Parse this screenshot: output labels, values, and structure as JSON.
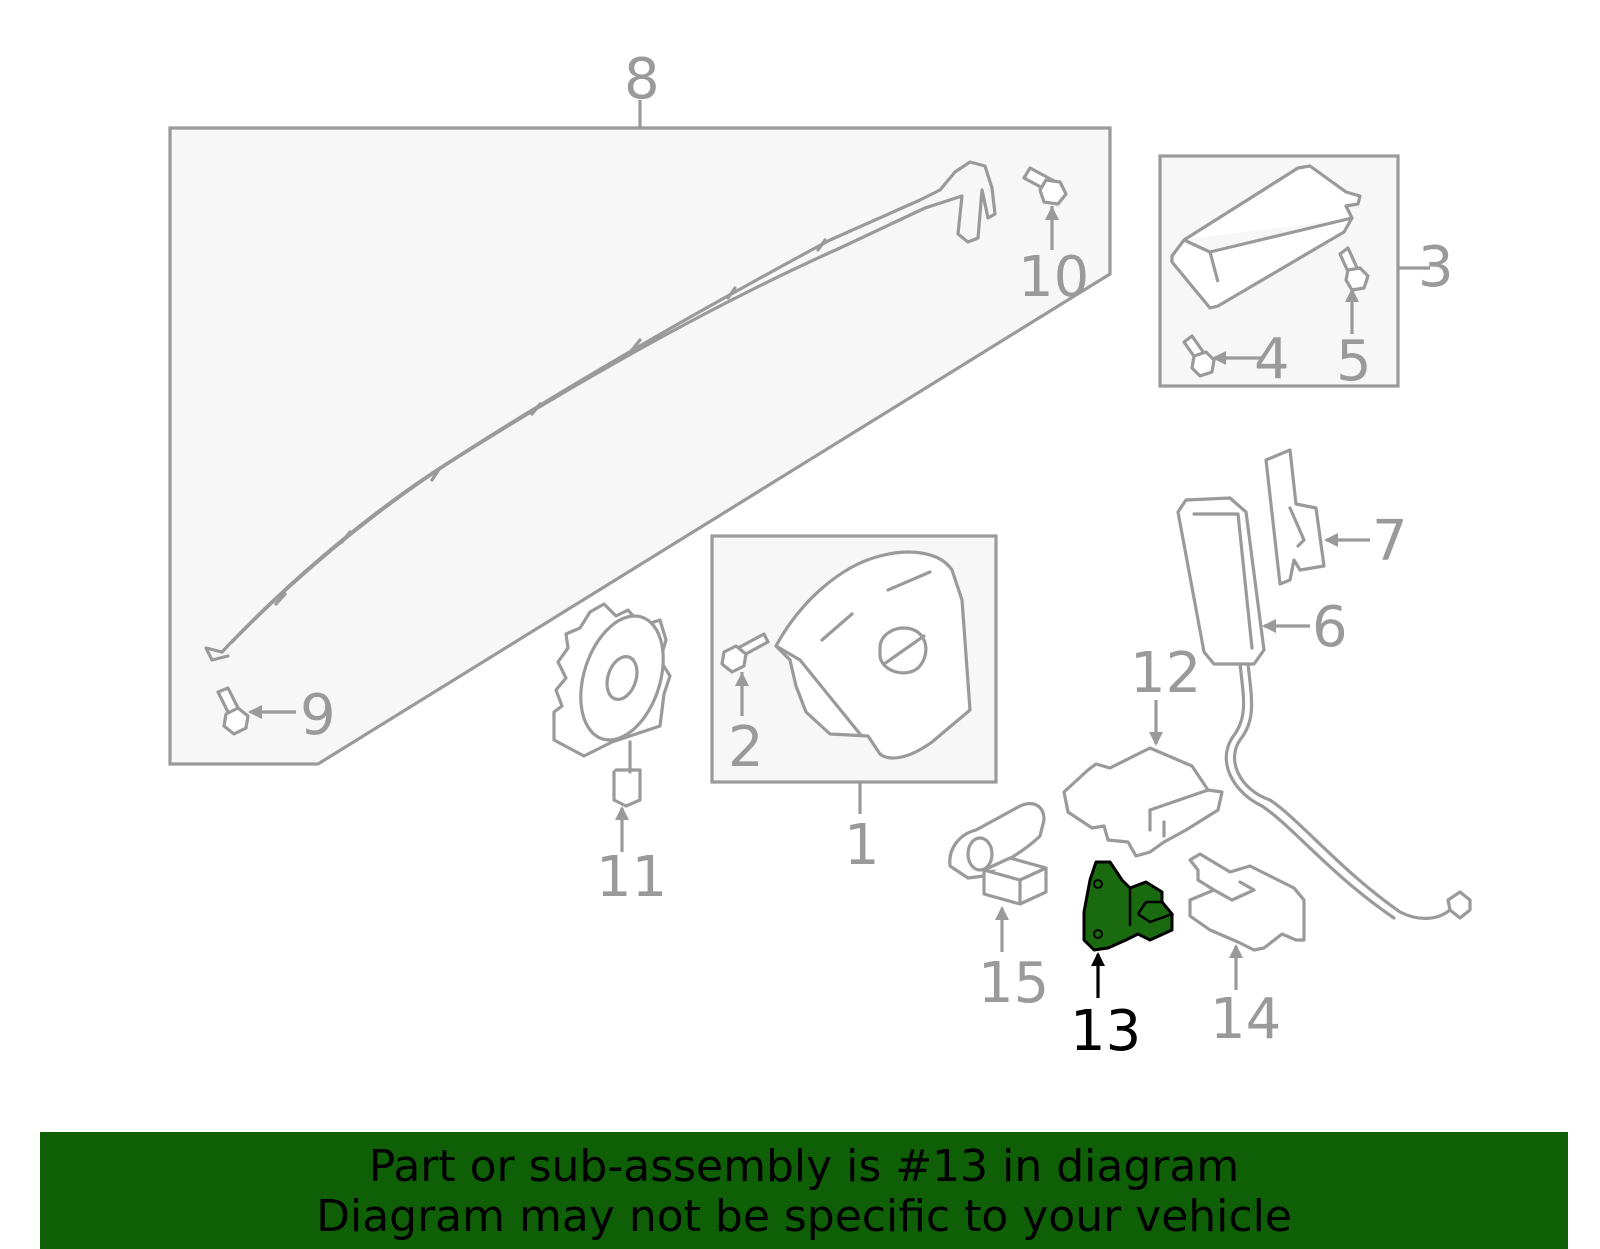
{
  "diagram": {
    "highlight_color": "#1a6b10",
    "line_color": "#9a9a9a",
    "callouts": [
      "1",
      "2",
      "3",
      "4",
      "5",
      "6",
      "7",
      "8",
      "9",
      "10",
      "11",
      "12",
      "13",
      "14",
      "15"
    ],
    "highlighted_callout": "13"
  },
  "banner": {
    "color": "#0f5f07",
    "line1": "Part or sub-assembly is #13 in diagram",
    "line2": "Diagram may not be specific to your vehicle"
  }
}
